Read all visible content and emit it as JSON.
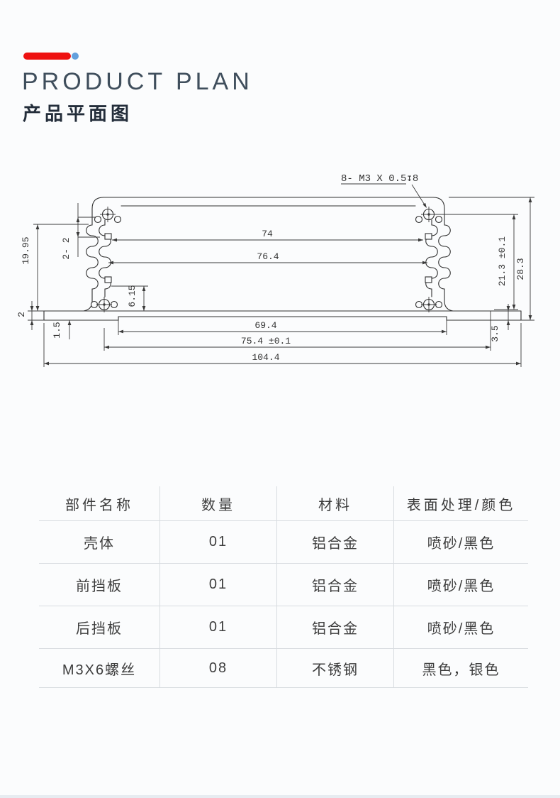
{
  "page": {
    "accent_red": "#ee1111",
    "accent_blue": "#63a0dd",
    "background": "#fbfcfd"
  },
  "header": {
    "title_en": "PRODUCT PLAN",
    "title_zh": "产品平面图"
  },
  "drawing": {
    "thread_callout": "8- M3 X 0.5↧8",
    "dim_74": "74",
    "dim_76_4": "76.4",
    "dim_2_2": "2- 2",
    "dim_19_95": "19.95",
    "dim_6_15": "6.15",
    "dim_2": "2",
    "dim_1_5": "1.5",
    "dim_69_4": "69.4",
    "dim_75_4": "75.4 ±0.1",
    "dim_104_4": "104.4",
    "dim_21_3": "21.3 ±0.1",
    "dim_28_3": "28.3",
    "dim_3_5": "3.5"
  },
  "table": {
    "headers": [
      "部件名称",
      "数量",
      "材料",
      "表面处理/颜色"
    ],
    "rows": [
      [
        "壳体",
        "01",
        "铝合金",
        "喷砂/黑色"
      ],
      [
        "前挡板",
        "01",
        "铝合金",
        "喷砂/黑色"
      ],
      [
        "后挡板",
        "01",
        "铝合金",
        "喷砂/黑色"
      ],
      [
        "M3X6螺丝",
        "08",
        "不锈钢",
        "黑色，银色"
      ]
    ]
  }
}
